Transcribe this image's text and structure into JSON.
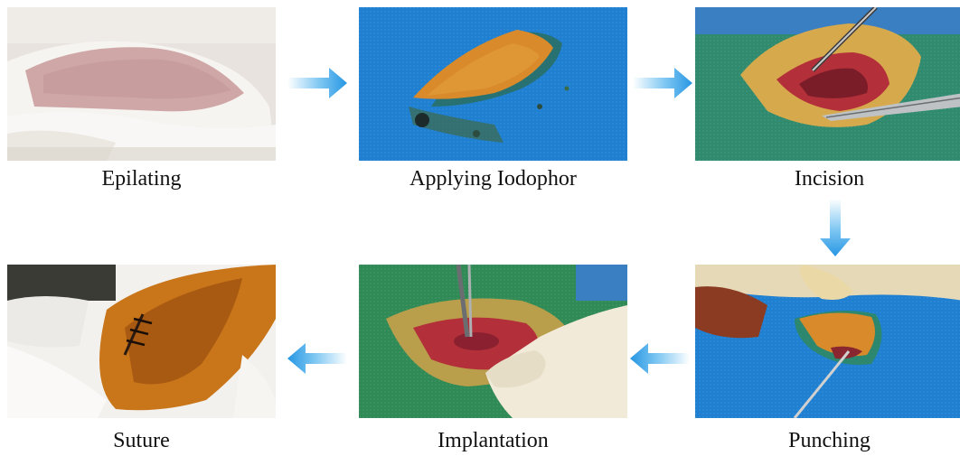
{
  "steps": [
    {
      "label": "Epilating"
    },
    {
      "label": "Applying Iodophor"
    },
    {
      "label": "Incision"
    },
    {
      "label": "Punching"
    },
    {
      "label": "Implantation"
    },
    {
      "label": "Suture"
    }
  ],
  "colors": {
    "arrow": "#3aa0e6",
    "drape_blue": "#1f7fd1",
    "drape_green": "#2f8a55",
    "iodine": "#c9761a",
    "tissue_red": "#b3303a",
    "glove": "#f1ead8",
    "fur": "#f3f1ee"
  }
}
